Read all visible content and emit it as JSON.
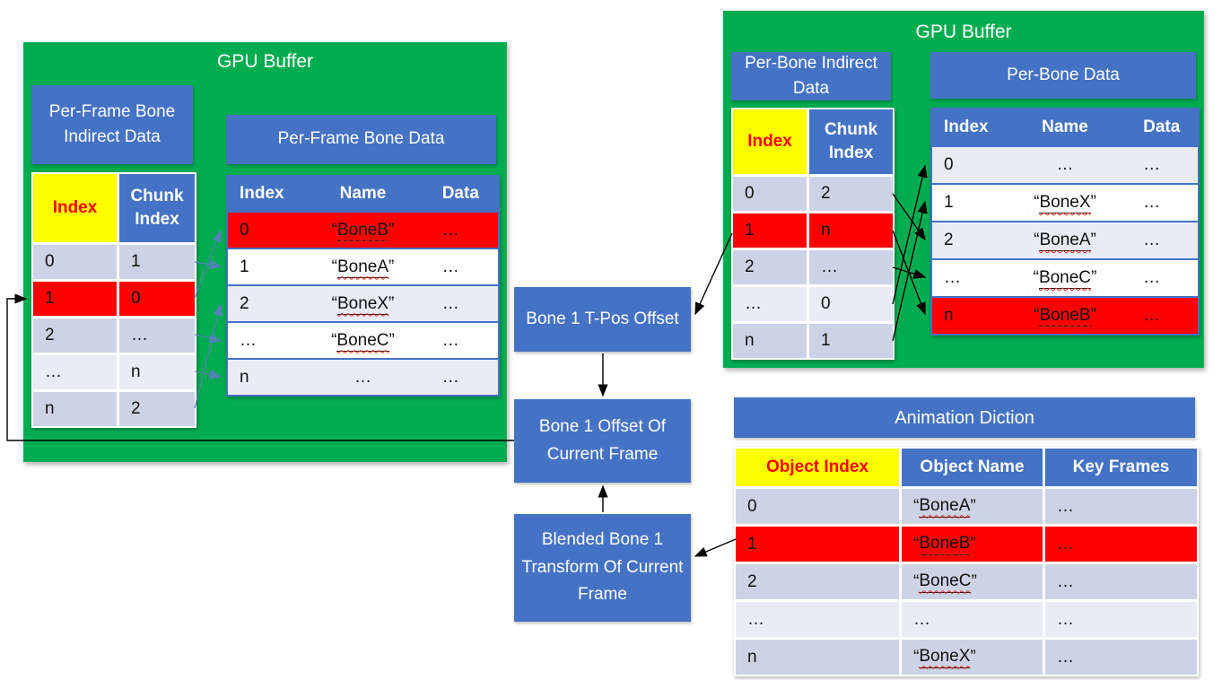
{
  "colors": {
    "green": "#00AC50",
    "blue": "#4472C4",
    "red": "#FF0000",
    "yellow": "#FFFF00",
    "row_dark": "#CDD3E6",
    "row_light": "#E9EBF5"
  },
  "left_gpu": {
    "title": "GPU Buffer",
    "indirect_title": "Per-Frame Bone Indirect Data",
    "indirect_cols": {
      "index": "Index",
      "chunk": "Chunk Index"
    },
    "indirect_rows": [
      {
        "i": "0",
        "c": "1"
      },
      {
        "i": "1",
        "c": "0"
      },
      {
        "i": "2",
        "c": "…"
      },
      {
        "i": "…",
        "c": "n"
      },
      {
        "i": "n",
        "c": "2"
      }
    ],
    "data_title": "Per-Frame Bone Data",
    "data_cols": {
      "index": "Index",
      "name": "Name",
      "data": "Data"
    },
    "data_rows": [
      {
        "i": "0",
        "n": "BoneB",
        "d": "…"
      },
      {
        "i": "1",
        "n": "BoneA",
        "d": "…"
      },
      {
        "i": "2",
        "n": "BoneX",
        "d": "…"
      },
      {
        "i": "…",
        "n": "BoneC",
        "d": "…"
      },
      {
        "i": "n",
        "n": "…",
        "d": "…"
      }
    ]
  },
  "right_gpu": {
    "title": "GPU Buffer",
    "indirect_title": "Per-Bone Indirect Data",
    "indirect_cols": {
      "index": "Index",
      "chunk": "Chunk Index"
    },
    "indirect_rows": [
      {
        "i": "0",
        "c": "2"
      },
      {
        "i": "1",
        "c": "n"
      },
      {
        "i": "2",
        "c": "…"
      },
      {
        "i": "…",
        "c": "0"
      },
      {
        "i": "n",
        "c": "1"
      }
    ],
    "data_title": "Per-Bone Data",
    "data_cols": {
      "index": "Index",
      "name": "Name",
      "data": "Data"
    },
    "data_rows": [
      {
        "i": "0",
        "n": "…",
        "d": "…"
      },
      {
        "i": "1",
        "n": "BoneX",
        "d": "…"
      },
      {
        "i": "2",
        "n": "BoneA",
        "d": "…"
      },
      {
        "i": "…",
        "n": "BoneC",
        "d": "…"
      },
      {
        "i": "n",
        "n": "BoneB",
        "d": "…"
      }
    ]
  },
  "flow": {
    "tpos": "Bone 1 T-Pos Offset",
    "offset": "Bone 1 Offset Of Current Frame",
    "blended": "Blended Bone 1 Transform Of Current Frame"
  },
  "animation": {
    "title": "Animation Diction",
    "cols": {
      "index": "Object Index",
      "name": "Object Name",
      "frames": "Key Frames"
    },
    "rows": [
      {
        "i": "0",
        "n": "BoneA",
        "k": "…"
      },
      {
        "i": "1",
        "n": "BoneB",
        "k": "…"
      },
      {
        "i": "2",
        "n": "BoneC",
        "k": "…"
      },
      {
        "i": "…",
        "n": "…",
        "k": "…"
      },
      {
        "i": "n",
        "n": "BoneX",
        "k": "…"
      }
    ]
  }
}
